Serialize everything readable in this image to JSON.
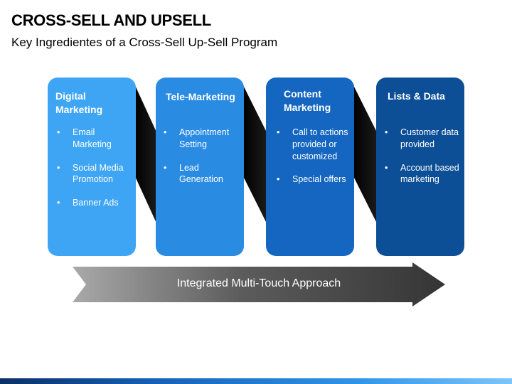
{
  "title": "CROSS-SELL AND UPSELL",
  "subtitle": "Key Ingredientes of a Cross-Sell Up-Sell Program",
  "columns": [
    {
      "title": "Digital Marketing",
      "color": "#3ea5f5",
      "bullets": [
        "Email Marketing",
        "Social Media Promotion",
        "Banner Ads"
      ]
    },
    {
      "title": "Tele-Marketing",
      "color": "#2a8be3",
      "bullets": [
        "Appointment Setting",
        "Lead Generation"
      ]
    },
    {
      "title": "Content Marketing",
      "color": "#1466c0",
      "bullets": [
        "Call to actions provided or customized",
        "Special offers"
      ]
    },
    {
      "title": "Lists & Data",
      "color": "#0d4f96",
      "bullets": [
        "Customer data provided",
        "Account based marketing"
      ]
    }
  ],
  "arrow_label": "Integrated Multi-Touch Approach",
  "bullet_glyph": "•"
}
